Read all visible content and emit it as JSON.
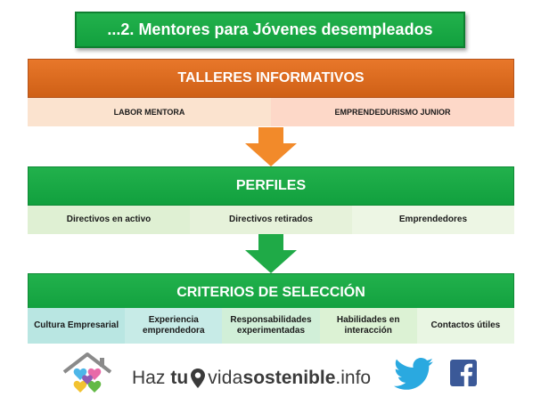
{
  "title": "...2. Mentores para Jóvenes desempleados",
  "talleres": {
    "heading": "TALLERES INFORMATIVOS",
    "items": [
      "LABOR MENTORA",
      "EMPRENDEDURISMO JUNIOR"
    ]
  },
  "perfiles": {
    "heading": "PERFILES",
    "items": [
      "Directivos en activo",
      "Directivos retirados",
      "Emprendedores"
    ]
  },
  "criterios": {
    "heading": "CRITERIOS DE SELECCIÓN",
    "items": [
      "Cultura Empresarial",
      "Experiencia emprendedora",
      "Responsabilidades experimentadas",
      "Habilidades en interacción",
      "Contactos útiles"
    ]
  },
  "footer": {
    "haz": "Haz",
    "tu": "tu",
    "brand_vida": "vida",
    "brand_sostenible": "sostenible",
    "brand_info": ".info",
    "icons": [
      "house-logo-icon",
      "location-pin-icon",
      "twitter-icon",
      "facebook-icon"
    ]
  },
  "colors": {
    "orange": "#e8772a",
    "green": "#22b14c",
    "twitter_blue": "#2aa9e0",
    "facebook_blue": "#3b5998"
  }
}
